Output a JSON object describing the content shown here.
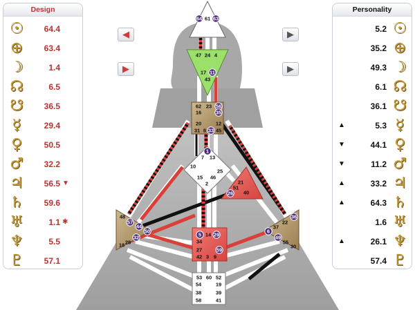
{
  "design": {
    "title": "Design",
    "rows": [
      {
        "icon": "sun-icon",
        "glyph": "☉",
        "value": "64.4",
        "mark": ""
      },
      {
        "icon": "earth-icon",
        "glyph": "⊕",
        "value": "63.4",
        "mark": ""
      },
      {
        "icon": "moon-icon",
        "glyph": "☽",
        "value": "1.4",
        "mark": ""
      },
      {
        "icon": "north-node-icon",
        "glyph": "☊",
        "value": "6.5",
        "mark": ""
      },
      {
        "icon": "south-node-icon",
        "glyph": "☋",
        "value": "36.5",
        "mark": ""
      },
      {
        "icon": "mercury-icon",
        "glyph": "☿",
        "value": "29.4",
        "mark": ""
      },
      {
        "icon": "venus-icon",
        "glyph": "♀",
        "value": "50.5",
        "mark": ""
      },
      {
        "icon": "mars-icon",
        "glyph": "♂",
        "value": "32.2",
        "mark": ""
      },
      {
        "icon": "jupiter-icon",
        "glyph": "♃",
        "value": "56.5",
        "mark": "▼"
      },
      {
        "icon": "saturn-icon",
        "glyph": "♄",
        "value": "59.6",
        "mark": ""
      },
      {
        "icon": "uranus-icon",
        "glyph": "♅",
        "value": "1.1",
        "mark": "✱"
      },
      {
        "icon": "neptune-icon",
        "glyph": "♆",
        "value": "5.5",
        "mark": ""
      },
      {
        "icon": "pluto-icon",
        "glyph": "♇",
        "value": "57.1",
        "mark": ""
      }
    ]
  },
  "personality": {
    "title": "Personality",
    "rows": [
      {
        "icon": "sun-icon",
        "glyph": "☉",
        "value": "5.2",
        "mark": ""
      },
      {
        "icon": "earth-icon",
        "glyph": "⊕",
        "value": "35.2",
        "mark": ""
      },
      {
        "icon": "moon-icon",
        "glyph": "☽",
        "value": "49.3",
        "mark": ""
      },
      {
        "icon": "north-node-icon",
        "glyph": "☊",
        "value": "6.1",
        "mark": ""
      },
      {
        "icon": "south-node-icon",
        "glyph": "☋",
        "value": "36.1",
        "mark": ""
      },
      {
        "icon": "mercury-icon",
        "glyph": "☿",
        "value": "5.3",
        "mark": "▲"
      },
      {
        "icon": "venus-icon",
        "glyph": "♀",
        "value": "44.1",
        "mark": "▼"
      },
      {
        "icon": "mars-icon",
        "glyph": "♂",
        "value": "11.2",
        "mark": "▼"
      },
      {
        "icon": "jupiter-icon",
        "glyph": "♃",
        "value": "33.2",
        "mark": "▲"
      },
      {
        "icon": "saturn-icon",
        "glyph": "♄",
        "value": "64.3",
        "mark": "▲"
      },
      {
        "icon": "uranus-icon",
        "glyph": "♅",
        "value": "1.6",
        "mark": ""
      },
      {
        "icon": "neptune-icon",
        "glyph": "♆",
        "value": "26.1",
        "mark": "▲"
      },
      {
        "icon": "pluto-icon",
        "glyph": "♇",
        "value": "57.4",
        "mark": ""
      }
    ]
  },
  "nav": [
    {
      "name": "design-prev-button",
      "glyph": "◀",
      "style": "red"
    },
    {
      "name": "design-next-button",
      "glyph": "▶",
      "style": "red"
    },
    {
      "name": "personality-next-button",
      "glyph": "▶",
      "style": "gray"
    },
    {
      "name": "personality-alt-button",
      "glyph": "▶",
      "style": "gray"
    }
  ],
  "colors": {
    "design_red": "#c0302f",
    "personality_black": "#111111",
    "planet_gold": "#c39a3c",
    "head_defined": "#ffffff",
    "ajna_defined": "#9be06a",
    "center_tan": "#b79b6c",
    "center_red": "#e0534e",
    "activated_gate_fill": "#4b2a7a",
    "silhouette_gray": "#a8a8a8"
  },
  "centers": {
    "head": [
      "64",
      "61",
      "63"
    ],
    "ajna": [
      "47",
      "24",
      "4",
      "17",
      "11",
      "43"
    ],
    "throat": [
      "62",
      "23",
      "56",
      "16",
      "35",
      "20",
      "12",
      "31",
      "8",
      "33",
      "45"
    ],
    "g": [
      "1",
      "7",
      "13",
      "10",
      "25",
      "15",
      "46",
      "2"
    ],
    "ego": [
      "21",
      "51",
      "26",
      "40"
    ],
    "spleen": [
      "48",
      "57",
      "44",
      "50",
      "32",
      "28",
      "18"
    ],
    "sacral": [
      "5",
      "14",
      "29",
      "34",
      "27",
      "59",
      "42",
      "3",
      "9"
    ],
    "solar_plexus": [
      "36",
      "22",
      "37",
      "6",
      "49",
      "55",
      "30"
    ],
    "root": [
      "53",
      "60",
      "52",
      "54",
      "19",
      "38",
      "39",
      "58",
      "41"
    ]
  },
  "activated_gates": [
    "64",
    "63",
    "11",
    "56",
    "35",
    "33",
    "1",
    "26",
    "57",
    "44",
    "50",
    "32",
    "5",
    "29",
    "59",
    "36",
    "6",
    "49"
  ]
}
